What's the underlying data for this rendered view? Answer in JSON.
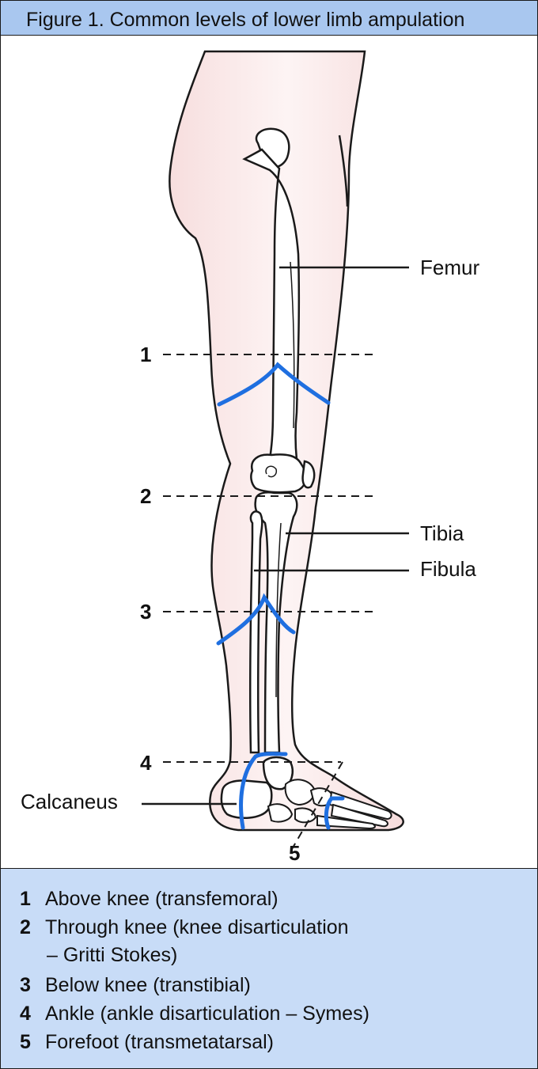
{
  "title": "Figure 1. Common levels of lower limb ampulation",
  "labels": {
    "femur": "Femur",
    "tibia": "Tibia",
    "fibula": "Fibula",
    "calcaneus": "Calcaneus"
  },
  "levels": [
    {
      "number": "1"
    },
    {
      "number": "2"
    },
    {
      "number": "3"
    },
    {
      "number": "4"
    },
    {
      "number": "5"
    }
  ],
  "legend": [
    {
      "number": "1",
      "text": "Above knee (transfemoral)"
    },
    {
      "number": "2",
      "text": "Through knee (knee disarticulation",
      "continuation": "– Gritti Stokes)"
    },
    {
      "number": "3",
      "text": "Below knee (transtibial)"
    },
    {
      "number": "4",
      "text": "Ankle (ankle disarticulation – Symes)"
    },
    {
      "number": "5",
      "text": "Forefoot (transmetatarsal)"
    }
  ],
  "colors": {
    "title_bg": "#a9c7ef",
    "legend_bg": "#c8dcf7",
    "cut_line": "#1f6fe0",
    "skin": "#f9e6e6"
  }
}
